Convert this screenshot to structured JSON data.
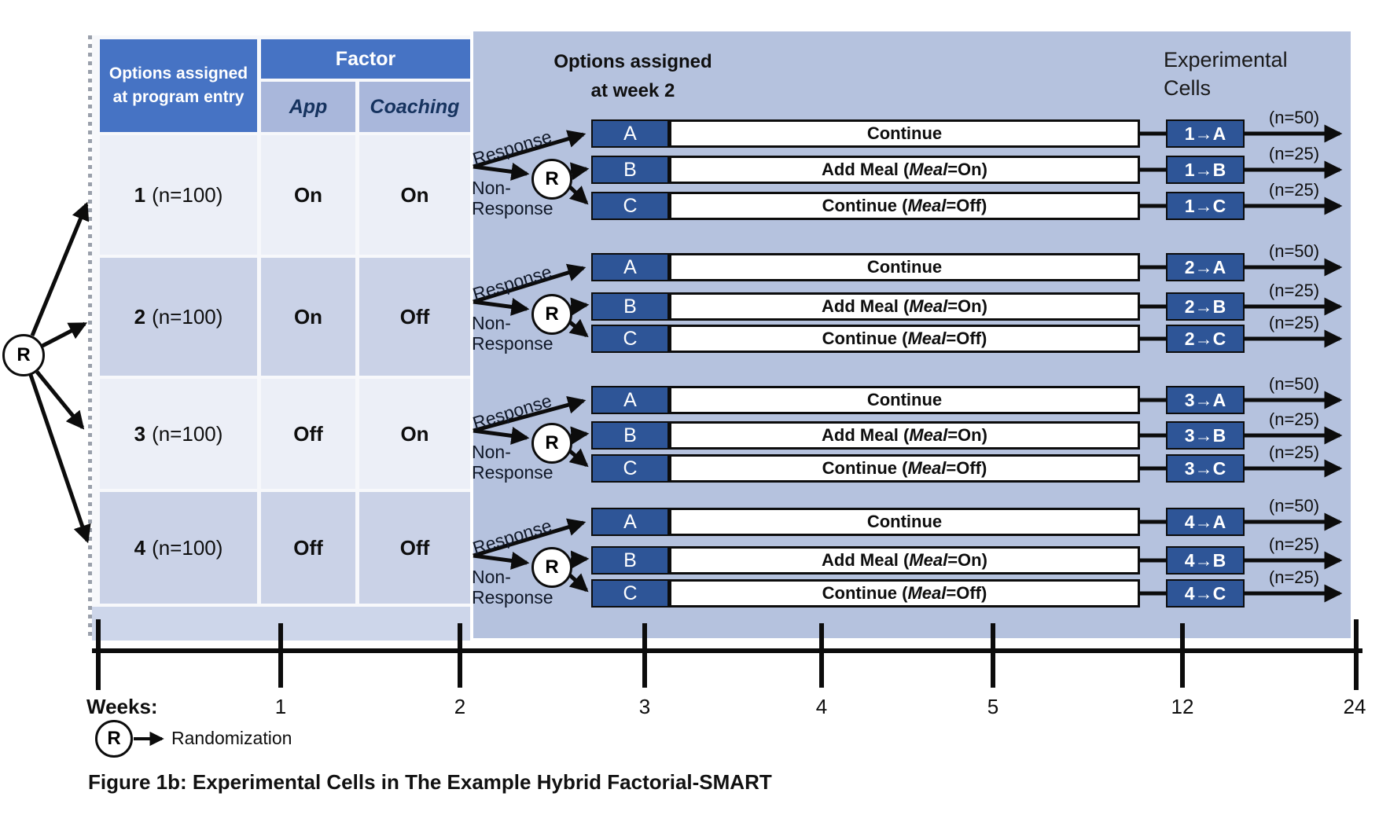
{
  "table": {
    "header_options": "Options assigned at program entry",
    "header_factor": "Factor",
    "header_app": "App",
    "header_coaching": "Coaching",
    "rows": [
      {
        "option_num": "1",
        "option_n": "(n=100)",
        "app": "On",
        "coaching": "On"
      },
      {
        "option_num": "2",
        "option_n": "(n=100)",
        "app": "On",
        "coaching": "Off"
      },
      {
        "option_num": "3",
        "option_n": "(n=100)",
        "app": "Off",
        "coaching": "On"
      },
      {
        "option_num": "4",
        "option_n": "(n=100)",
        "app": "Off",
        "coaching": "Off"
      }
    ]
  },
  "week2_header": {
    "line1": "Options assigned",
    "line2": "at week 2"
  },
  "cells_header": {
    "line1": "Experimental",
    "line2": "Cells"
  },
  "labels": {
    "r": "R",
    "response": "Response",
    "non_response_line1": "Non-",
    "non_response_line2": "Response",
    "randomization": "Randomization"
  },
  "groups": [
    {
      "rows": [
        {
          "letter": "A",
          "action_pre": "Continue",
          "action_italic": "",
          "action_post": "",
          "cell": "1→A",
          "n": "(n=50)"
        },
        {
          "letter": "B",
          "action_pre": "Add Meal (",
          "action_italic": "Meal",
          "action_post": "=On)",
          "cell": "1→B",
          "n": "(n=25)"
        },
        {
          "letter": "C",
          "action_pre": "Continue (",
          "action_italic": "Meal",
          "action_post": "=Off)",
          "cell": "1→C",
          "n": "(n=25)"
        }
      ]
    },
    {
      "rows": [
        {
          "letter": "A",
          "action_pre": "Continue",
          "action_italic": "",
          "action_post": "",
          "cell": "2→A",
          "n": "(n=50)"
        },
        {
          "letter": "B",
          "action_pre": "Add Meal (",
          "action_italic": "Meal",
          "action_post": "=On)",
          "cell": "2→B",
          "n": "(n=25)"
        },
        {
          "letter": "C",
          "action_pre": "Continue (",
          "action_italic": "Meal",
          "action_post": "=Off)",
          "cell": "2→C",
          "n": "(n=25)"
        }
      ]
    },
    {
      "rows": [
        {
          "letter": "A",
          "action_pre": "Continue",
          "action_italic": "",
          "action_post": "",
          "cell": "3→A",
          "n": "(n=50)"
        },
        {
          "letter": "B",
          "action_pre": "Add Meal (",
          "action_italic": "Meal",
          "action_post": "=On)",
          "cell": "3→B",
          "n": "(n=25)"
        },
        {
          "letter": "C",
          "action_pre": "Continue (",
          "action_italic": "Meal",
          "action_post": "=Off)",
          "cell": "3→C",
          "n": "(n=25)"
        }
      ]
    },
    {
      "rows": [
        {
          "letter": "A",
          "action_pre": "Continue",
          "action_italic": "",
          "action_post": "",
          "cell": "4→A",
          "n": "(n=50)"
        },
        {
          "letter": "B",
          "action_pre": "Add Meal (",
          "action_italic": "Meal",
          "action_post": "=On)",
          "cell": "4→B",
          "n": "(n=25)"
        },
        {
          "letter": "C",
          "action_pre": "Continue (",
          "action_italic": "Meal",
          "action_post": "=Off)",
          "cell": "4→C",
          "n": "(n=25)"
        }
      ]
    }
  ],
  "timeline": {
    "axis_label": "Weeks:",
    "ticks": [
      "1",
      "2",
      "3",
      "4",
      "5",
      "12",
      "24"
    ]
  },
  "caption": "Figure 1b: Experimental Cells in The Example Hybrid Factorial-SMART",
  "colors": {
    "header_blue": "#4673c4",
    "subheader_blue": "#a9b7db",
    "panel_blue": "#b5c2de",
    "row_light": "#eceff7",
    "row_dark": "#cad2e7",
    "navy_box": "#2e5597",
    "arrow_black": "#0c0c0c"
  }
}
